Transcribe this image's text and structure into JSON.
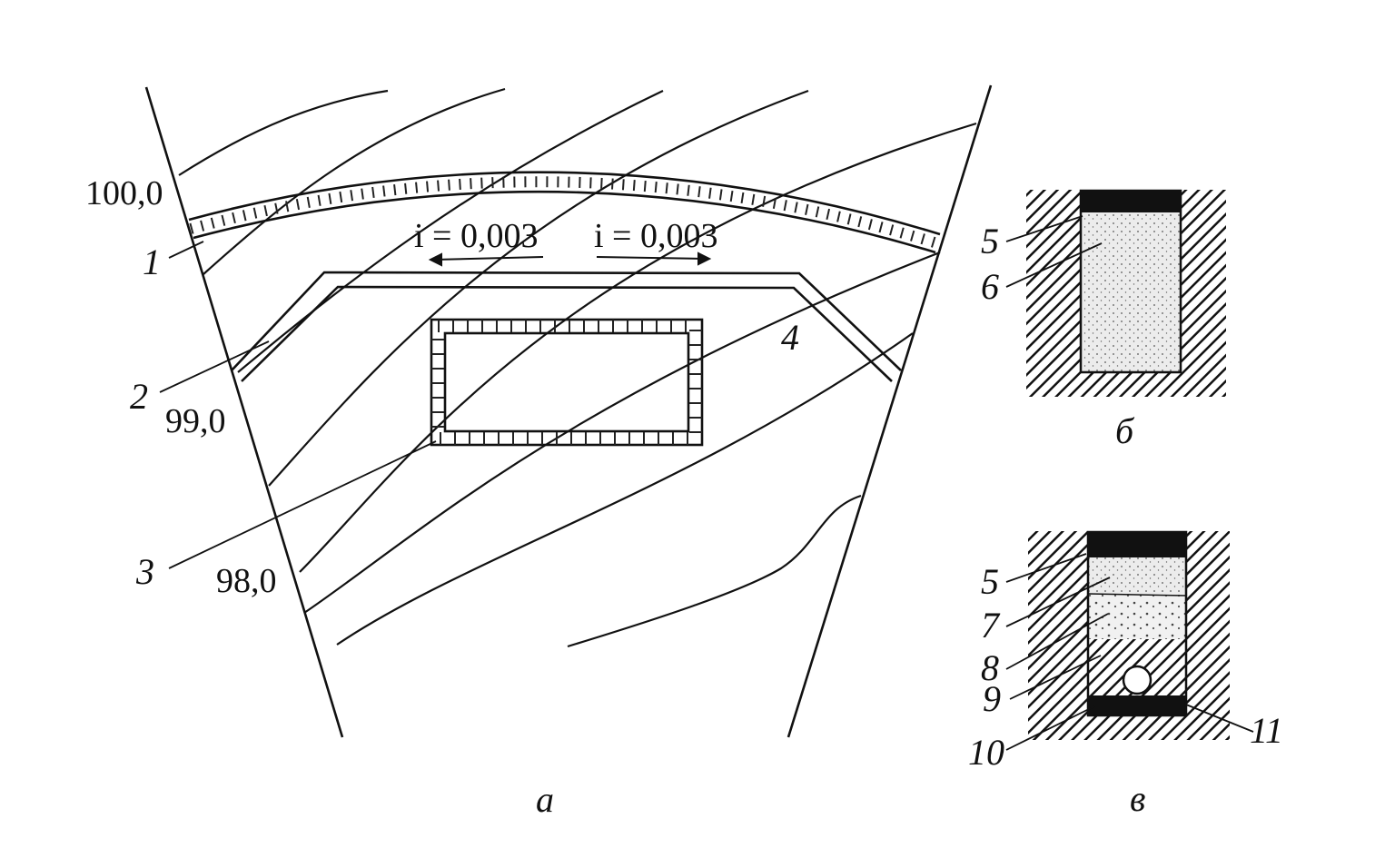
{
  "contours": [
    "100,0",
    "99,0",
    "98,0"
  ],
  "slopes": [
    "i = 0,003",
    "i = 0,003"
  ],
  "plan_labels": [
    "1",
    "2",
    "3",
    "4"
  ],
  "section_b_labels": [
    "5",
    "6"
  ],
  "section_v_labels": [
    "5",
    "7",
    "8",
    "9",
    "10",
    "11"
  ],
  "captions": {
    "plan": "а",
    "section_b": "б",
    "section_v": "в"
  },
  "colors": {
    "ink": "#111111",
    "sand": "#e8e8e8",
    "background": "#ffffff"
  }
}
